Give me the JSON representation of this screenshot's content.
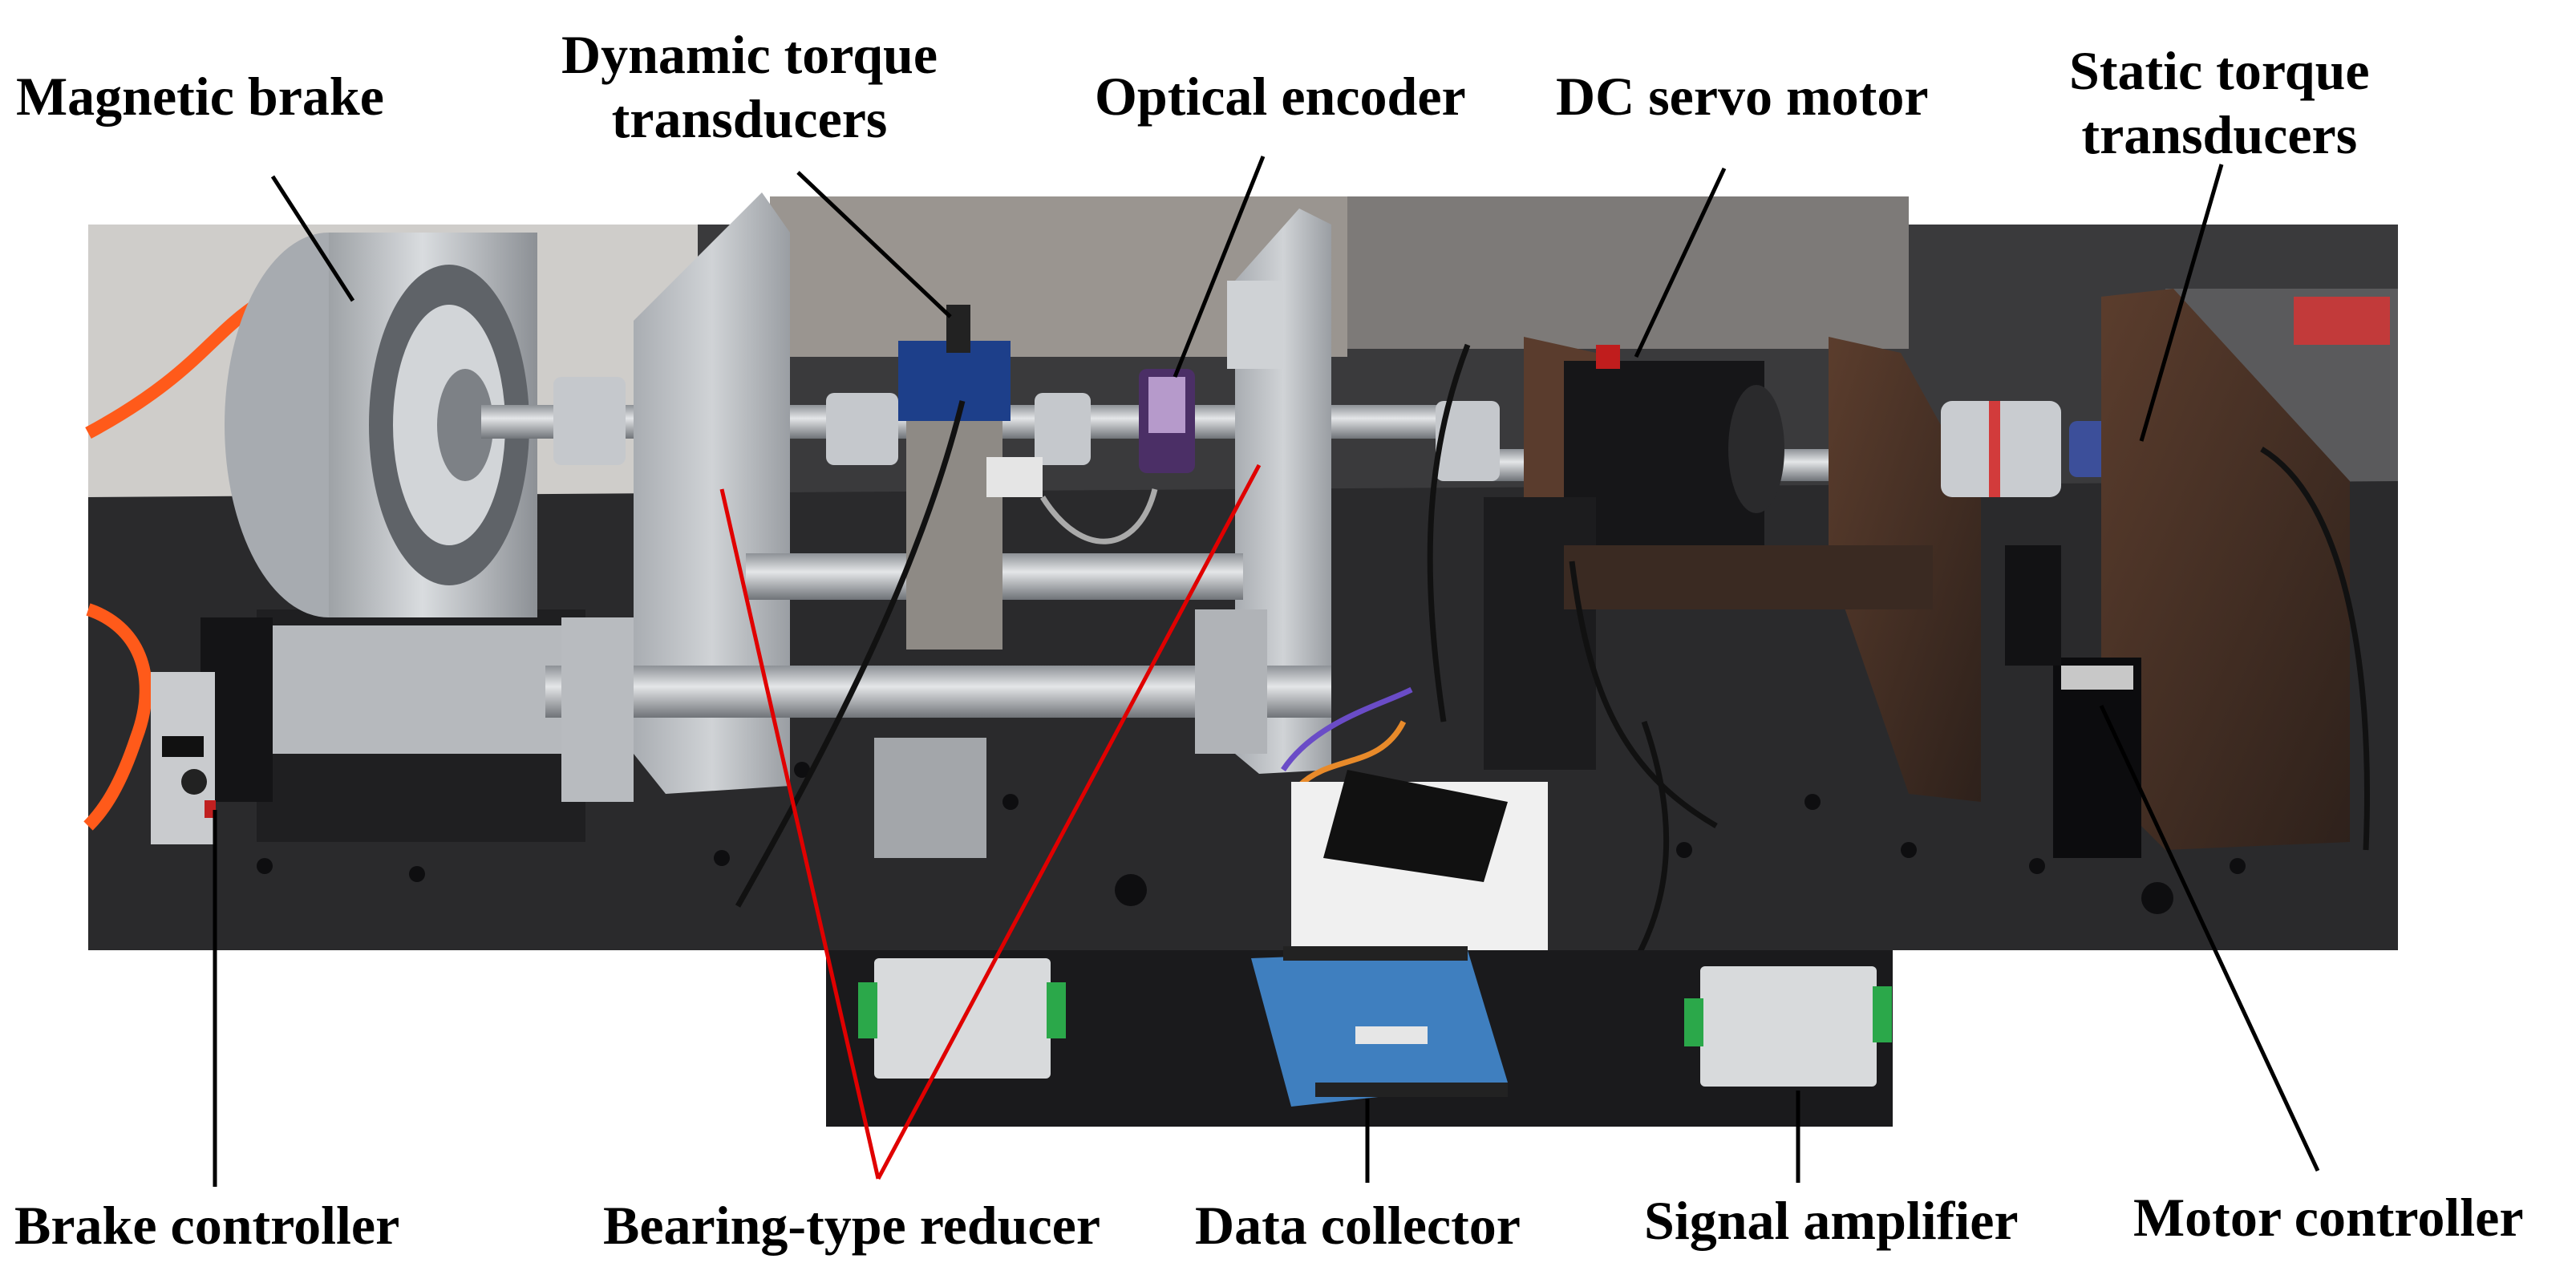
{
  "labels": {
    "magnetic_brake": "Magnetic brake",
    "dynamic_torque_line1": "Dynamic torque",
    "dynamic_torque_line2": "transducers",
    "optical_encoder": "Optical encoder",
    "dc_servo_motor": "DC servo motor",
    "static_torque_line1": "Static torque",
    "static_torque_line2": "transducers",
    "brake_controller": "Brake controller",
    "bearing_type_reducer": "Bearing-type reducer",
    "data_collector": "Data collector",
    "signal_amplifier": "Signal amplifier",
    "motor_controller": "Motor controller"
  },
  "colors": {
    "leader_line": "#000000",
    "highlight_line": "#e00000",
    "table_top": "#2a2a2c",
    "aluminum": "#b9bcc0",
    "steel_plate": "#4a3328",
    "daq_blue": "#3f7fbf",
    "hose_orange": "#ff5a1a"
  }
}
